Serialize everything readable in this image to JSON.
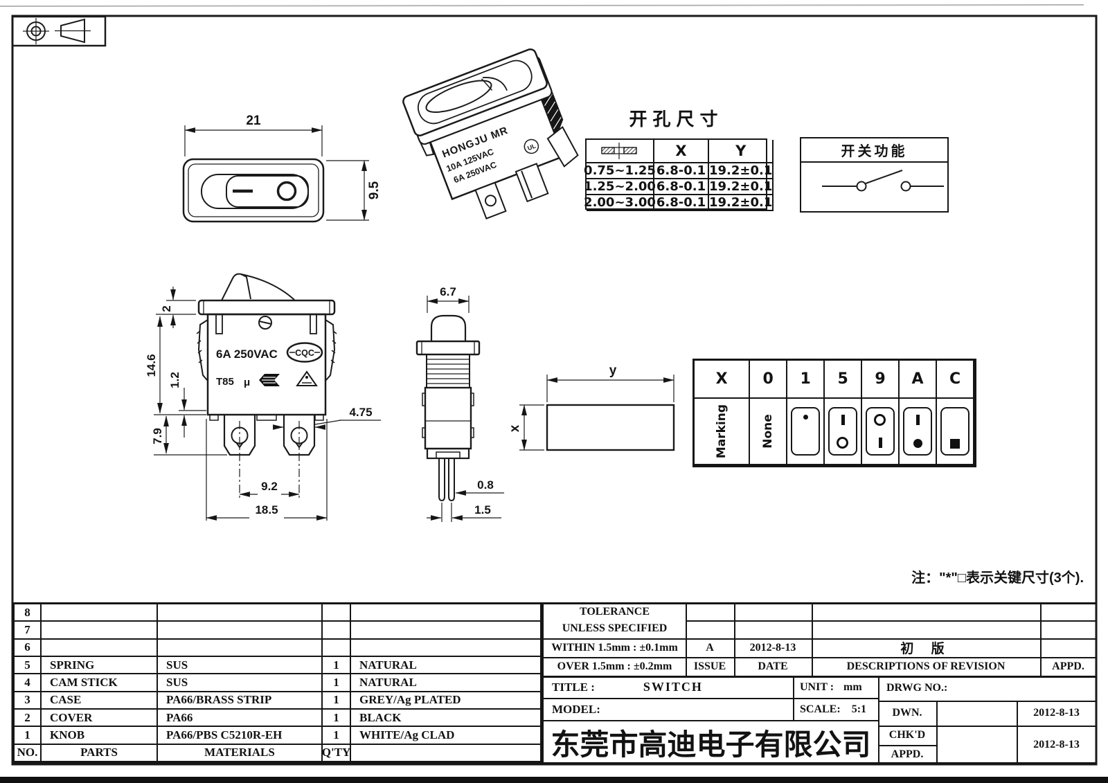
{
  "dims": {
    "front_width": "21",
    "front_height": "9.5",
    "side_top": "2",
    "side_height": "14.6",
    "side_step": "1.2",
    "term_len": "7.9",
    "term_width": "4.75",
    "term_pitch": "9.2",
    "side_width": "18.5",
    "profile_width": "6.7",
    "pin_dia": "0.8",
    "pin_pitch": "1.5",
    "cut_x": "x",
    "cut_y": "y"
  },
  "iso_view": {
    "brand": "HONGJU MR",
    "rating1": "10A 125VAC",
    "rating2": "6A 250VAC",
    "ul_mark": "UL"
  },
  "side_view": {
    "rating": "6A 250VAC",
    "cqc": "CQC",
    "t85": "T85",
    "mu": "μ"
  },
  "cutout_table": {
    "title": "开孔尺寸",
    "col_x": "X",
    "col_y": "Y",
    "rows": [
      {
        "thickness": "0.75~1.25",
        "x": "6.8-0.1",
        "y": "19.2±0.1"
      },
      {
        "thickness": "1.25~2.00",
        "x": "6.8-0.1",
        "y": "19.2±0.1"
      },
      {
        "thickness": "2.00~3.00",
        "x": "6.8-0.1",
        "y": "19.2±0.1"
      }
    ]
  },
  "function_box": {
    "title": "开关功能"
  },
  "marking_table": {
    "headers": [
      "X",
      "0",
      "1",
      "5",
      "9",
      "A",
      "C"
    ],
    "row_label": "Marking",
    "none_label": "None"
  },
  "note": "注：\"*\"□表示关键尺寸(3个).",
  "bom": {
    "rows": [
      {
        "no": "8",
        "parts": "",
        "materials": "",
        "qty": "",
        "finish": ""
      },
      {
        "no": "7",
        "parts": "",
        "materials": "",
        "qty": "",
        "finish": ""
      },
      {
        "no": "6",
        "parts": "",
        "materials": "",
        "qty": "",
        "finish": ""
      },
      {
        "no": "5",
        "parts": "SPRING",
        "materials": "SUS",
        "qty": "1",
        "finish": "NATURAL"
      },
      {
        "no": "4",
        "parts": "CAM STICK",
        "materials": "SUS",
        "qty": "1",
        "finish": "NATURAL"
      },
      {
        "no": "3",
        "parts": "CASE",
        "materials": "PA66/BRASS STRIP",
        "qty": "1",
        "finish": "GREY/Ag PLATED"
      },
      {
        "no": "2",
        "parts": "COVER",
        "materials": "PA66",
        "qty": "1",
        "finish": "BLACK"
      },
      {
        "no": "1",
        "parts": "KNOB",
        "materials": "PA66/PBS C5210R-EH",
        "qty": "1",
        "finish": "WHITE/Ag CLAD"
      }
    ],
    "footer": {
      "no": "NO.",
      "parts": "PARTS",
      "materials": "MATERIALS",
      "qty": "Q'TY",
      "finish": ""
    }
  },
  "title_block": {
    "tolerance_line1": "TOLERANCE",
    "tolerance_line2": "UNLESS  SPECIFIED",
    "within": "WITHIN 1.5mm : ±0.1mm",
    "over": "OVER 1.5mm : ±0.2mm",
    "issue_value": "A",
    "issue_label": "ISSUE",
    "date_value": "2012-8-13",
    "date_label": "DATE",
    "revision_desc": "初 版",
    "revision_header": "DESCRIPTIONS OF REVISION",
    "appd_header": "APPD.",
    "title_label": "TITLE :",
    "title_value": "SWITCH",
    "unit_label": "UNIT :",
    "unit_value": "mm",
    "drwg_label": "DRWG NO.:",
    "model_label": "MODEL:",
    "scale_label": "SCALE:",
    "scale_value": "5:1",
    "dwn_label": "DWN.",
    "chkd_label": "CHK'D",
    "appd_label": "APPD.",
    "dwn_date": "2012-8-13",
    "chk_date": "2012-8-13",
    "company": "东莞市高迪电子有限公司"
  }
}
